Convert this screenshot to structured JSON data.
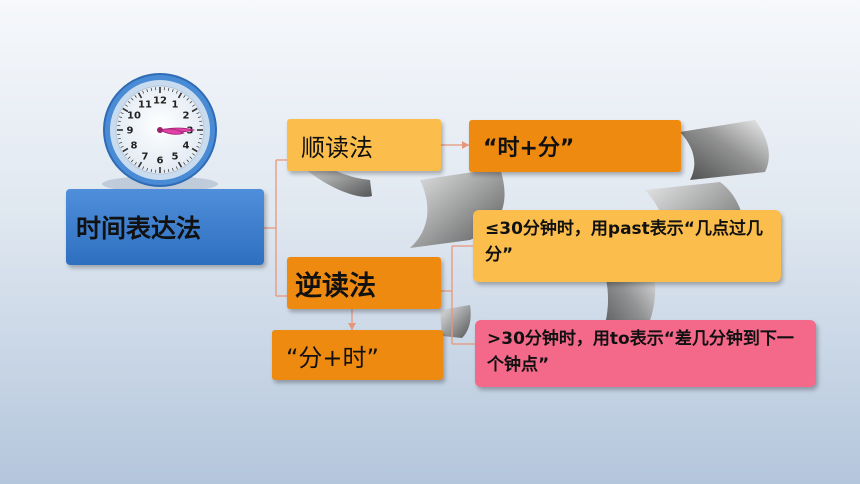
{
  "diagram": {
    "main_label": "时间表达法",
    "forward": {
      "label": "顺读法",
      "result": "“时+分”"
    },
    "reverse": {
      "label": "逆读法",
      "result": "“分+时”",
      "rule_past": "≤30分钟时，用past表示“几点过几分”",
      "rule_to": ">30分钟时，用to表示“差几分钟到下一个钟点”"
    }
  },
  "clock": {
    "numbers": [
      "12",
      "1",
      "2",
      "3",
      "4",
      "5",
      "6",
      "7",
      "8",
      "9",
      "10",
      "11"
    ],
    "hour_value": 3,
    "minute_value": 15,
    "hand_color": "#e040a8",
    "rim_color": "#4a8bd6"
  },
  "colors": {
    "main_box": "#3a7bd0",
    "light_orange": "#fbbe4c",
    "dark_orange": "#ef8a10",
    "pink": "#f4698a",
    "connector": "#e8967a"
  }
}
